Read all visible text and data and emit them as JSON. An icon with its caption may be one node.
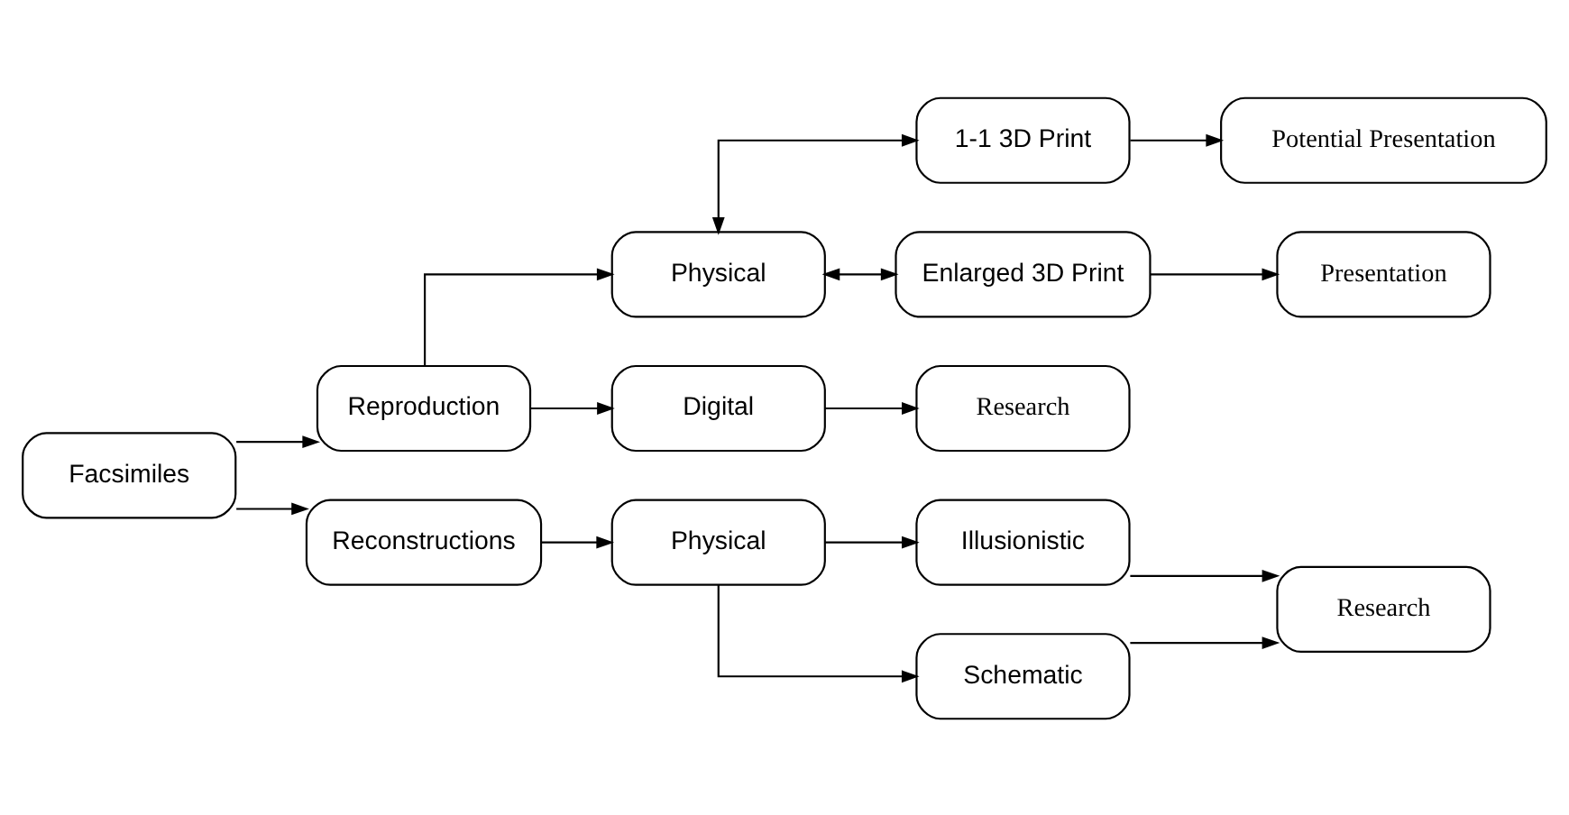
{
  "diagram": {
    "nodes": [
      {
        "text": [
          "Facsimiles"
        ]
      },
      {
        "text": [
          "Reproduction"
        ]
      },
      {
        "text": [
          "Reconstructions"
        ]
      },
      {
        "text": [
          "Physical"
        ]
      },
      {
        "text": [
          "Digital"
        ]
      },
      {
        "text": [
          "1-1 3D Print"
        ]
      },
      {
        "text": [
          "Enlarged 3D Print"
        ]
      },
      {
        "text": [
          "Potential Presentation"
        ]
      },
      {
        "text": [
          "Presentation"
        ]
      },
      {
        "text": [
          "Research"
        ]
      },
      {
        "text": [
          "Physical"
        ]
      },
      {
        "text": [
          "Illusionistic"
        ]
      },
      {
        "text": [
          "Schematic"
        ]
      },
      {
        "text": [
          "Research"
        ]
      }
    ],
    "edges": [
      {
        "from": 0,
        "to": 1,
        "arrow": "to"
      },
      {
        "from": 0,
        "to": 2,
        "arrow": "to"
      },
      {
        "from": 1,
        "to": 3,
        "arrow": "to"
      },
      {
        "from": 1,
        "to": 4,
        "arrow": "to"
      },
      {
        "from": 3,
        "to": 5,
        "arrow": "both"
      },
      {
        "from": 3,
        "to": 6,
        "arrow": "both"
      },
      {
        "from": 5,
        "to": 7,
        "arrow": "to"
      },
      {
        "from": 6,
        "to": 8,
        "arrow": "to"
      },
      {
        "from": 4,
        "to": 9,
        "arrow": "to"
      },
      {
        "from": 2,
        "to": 10,
        "arrow": "to"
      },
      {
        "from": 10,
        "to": 11,
        "arrow": "to"
      },
      {
        "from": 10,
        "to": 12,
        "arrow": "to"
      },
      {
        "from": 11,
        "to": 13,
        "arrow": "to"
      },
      {
        "from": 12,
        "to": 13,
        "arrow": "to"
      }
    ]
  }
}
